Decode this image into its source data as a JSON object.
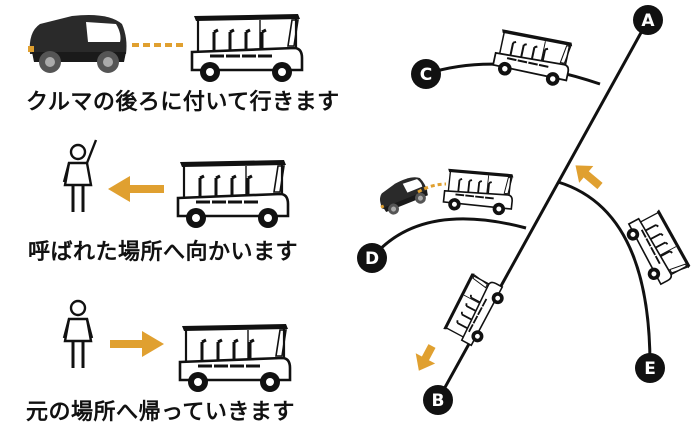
{
  "captions": {
    "follow": "クルマの後ろに付いて行きます",
    "called": "呼ばれた場所へ向かいます",
    "return": "元の場所へ帰っていきます"
  },
  "nodes": {
    "a": "A",
    "b": "B",
    "c": "C",
    "d": "D",
    "e": "E"
  },
  "colors": {
    "arrow": "#E0A030",
    "ink": "#111111",
    "car": "#2A2A2A",
    "wheel": "#888888"
  },
  "icons": [
    "car-icon",
    "golf-cart-icon",
    "person-icon",
    "person-waving-icon",
    "arrow-icon"
  ]
}
